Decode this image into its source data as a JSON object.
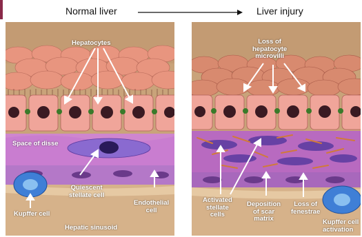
{
  "header": {
    "left_title": "Normal liver",
    "right_title": "Liver injury"
  },
  "left_panel": {
    "hepatocytes": "Hepatocytes",
    "space_of_disse": "Space of disse",
    "quiescent_stellate_cell": "Quiescent\nstellate cell",
    "endothelial_cell": "Endothelial\ncell",
    "kupffer_cell": "Kupffer cell",
    "hepatic_sinusoid": "Hepatic sinusoid"
  },
  "right_panel": {
    "loss_of_microvilli": "Loss of\nhepatocyte\nmicrovilli",
    "activated_stellate_cells": "Activated\nstellate\ncells",
    "deposition_of_scar_matrix": "Deposition\nof scar\nmatrix",
    "loss_of_fenestrae": "Loss of\nfenestrae",
    "kupffer_cell_activation": "Kupffer cell\nactivation"
  },
  "colors": {
    "background_tan": "#c9a37a",
    "hepatocyte_pink": "#f0a59a",
    "nucleus": "#3a1a22",
    "stellate_purple": "#8a6ad0",
    "kupffer_blue": "#3f7fd6",
    "scar_orange": "#d07a3a"
  }
}
